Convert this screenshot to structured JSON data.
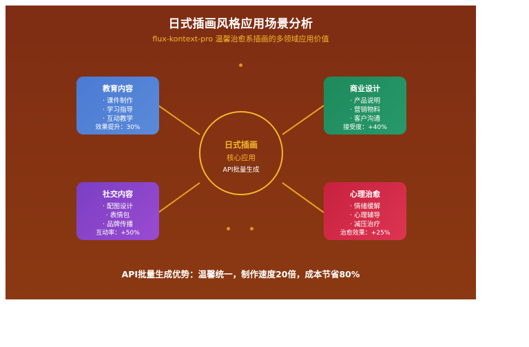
{
  "header": {
    "title": "日式插画风格应用场景分析",
    "subtitle": "flux-kontext-pro 温馨治愈系插画的多领域应用价值"
  },
  "core": {
    "title": "日式插画",
    "subtitle": "核心应用",
    "caption": "API批量生成",
    "color": "#f5b82a"
  },
  "boxes": {
    "education": {
      "title": "教育内容",
      "items": [
        "· 课件制作",
        "· 学习指导",
        "· 互动教学"
      ],
      "stat": "效果提升：30%",
      "color": "#4a7bd4"
    },
    "business": {
      "title": "商业设计",
      "items": [
        "· 产品说明",
        "· 营销物料",
        "· 客户沟通"
      ],
      "stat": "接受度：+40%",
      "color": "#1f8a5c"
    },
    "social": {
      "title": "社交内容",
      "items": [
        "· 配图设计",
        "· 表情包",
        "· 品牌传播"
      ],
      "stat": "互动率：+50%",
      "color": "#7b3fc4"
    },
    "psychology": {
      "title": "心理治愈",
      "items": [
        "· 情绪缓解",
        "· 心理辅导",
        "· 减压治疗"
      ],
      "stat": "治愈效果：+25%",
      "color": "#c8213f"
    }
  },
  "footer": {
    "text": "API批量生成优势：温馨统一，制作速度20倍，成本节省80%"
  },
  "colors": {
    "background": "#7f2d13",
    "accent": "#f5b82a"
  }
}
